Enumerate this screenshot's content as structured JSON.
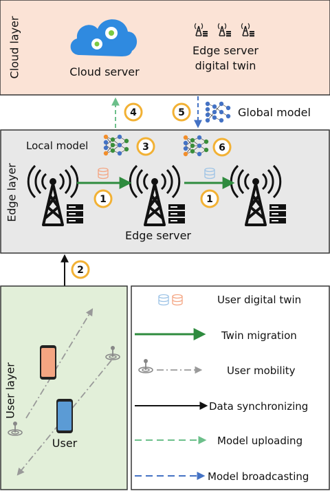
{
  "layers": {
    "cloud": "Cloud layer",
    "edge": "Edge layer",
    "user": "User layer"
  },
  "cloud": {
    "cloud_server_label": "Cloud server",
    "edge_twin_label_line1": "Edge server",
    "edge_twin_label_line2": "digital twin"
  },
  "edge": {
    "local_model_label": "Local model",
    "global_model_label": "Global model",
    "edge_server_label": "Edge server"
  },
  "user": {
    "user_label": "User"
  },
  "steps": {
    "s1a": "1",
    "s1b": "1",
    "s2": "2",
    "s3": "3",
    "s4": "4",
    "s5": "5",
    "s6": "6"
  },
  "legend": {
    "user_digital_twin": "User digital twin",
    "twin_migration": "Twin migration",
    "user_mobility": "User mobility",
    "data_synchronizing": "Data synchronizing",
    "model_uploading": "Model uploading",
    "model_broadcasting": "Model broadcasting"
  },
  "colors": {
    "cloud_bg": "#fbe3d6",
    "edge_bg": "#e8e8e8",
    "user_bg": "#e2efd9",
    "green_arrow": "#2e8b3e",
    "upload_green": "#6cbf8a",
    "broadcast_blue": "#4472c4",
    "badge_ring": "#f2b134",
    "cloud_blue": "#2f8ae0",
    "gear_green": "#7ac943",
    "orange_twin": "#f4a582",
    "blue_twin": "#9dc3e6"
  }
}
